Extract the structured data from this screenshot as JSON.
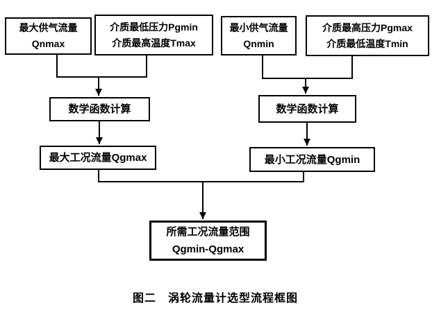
{
  "figure": {
    "caption": "图二　涡轮流量计选型流程框图",
    "nodes": {
      "qnmax": {
        "line1": "最大供气流量",
        "line2": "Qnmax"
      },
      "pgmin_tmax": {
        "line1": "介质最低压力Pgmin",
        "line2": "介质最高温度Tmax"
      },
      "qnmin": {
        "line1": "最小供气流量",
        "line2": "Qnmin"
      },
      "pgmax_tmin": {
        "line1": "介质最高压力Pgmax",
        "line2": "介质最低温度Tmin"
      },
      "math_left": {
        "label": "数学函数计算"
      },
      "math_right": {
        "label": "数学函数计算"
      },
      "qgmax": {
        "label": "最大工况流量Qgmax"
      },
      "qgmin": {
        "label": "最小工况流量Qgmin"
      },
      "result": {
        "line1": "所需工况流量范围",
        "line2": "Qgmin-Qgmax"
      }
    },
    "colors": {
      "line": "#000000",
      "text": "#000000",
      "background": "#ffffff"
    }
  }
}
